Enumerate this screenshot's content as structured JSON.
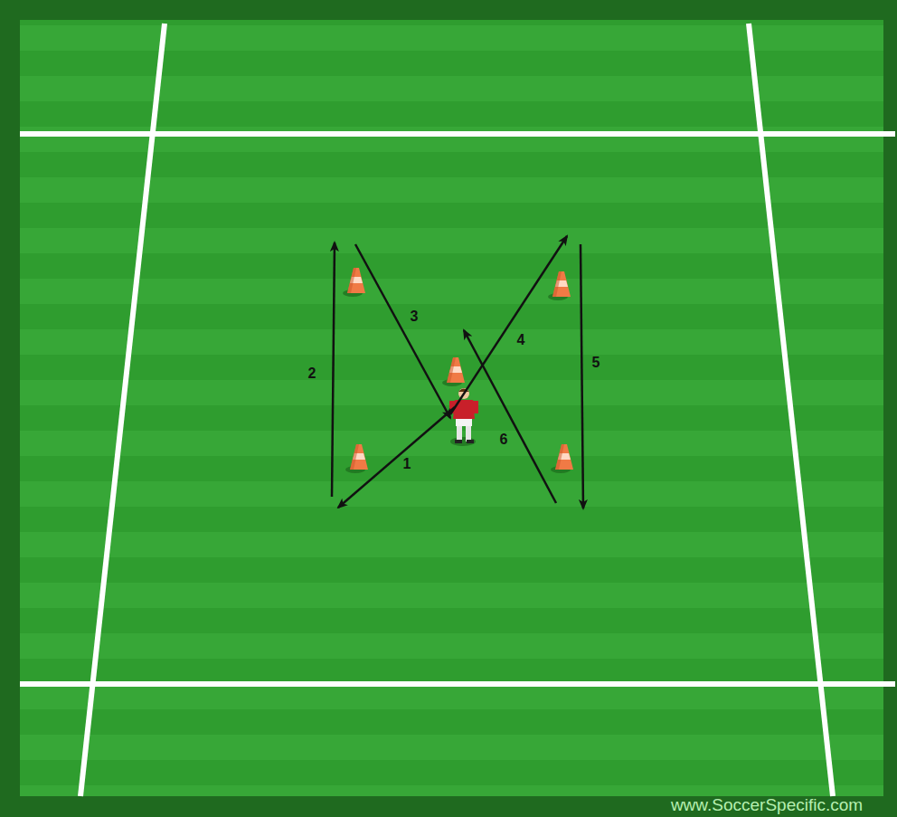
{
  "diagram": {
    "labels": [
      "2",
      "3",
      "4",
      "5",
      "1",
      "6",
      "www.SoccerSpecific.com"
    ]
  }
}
